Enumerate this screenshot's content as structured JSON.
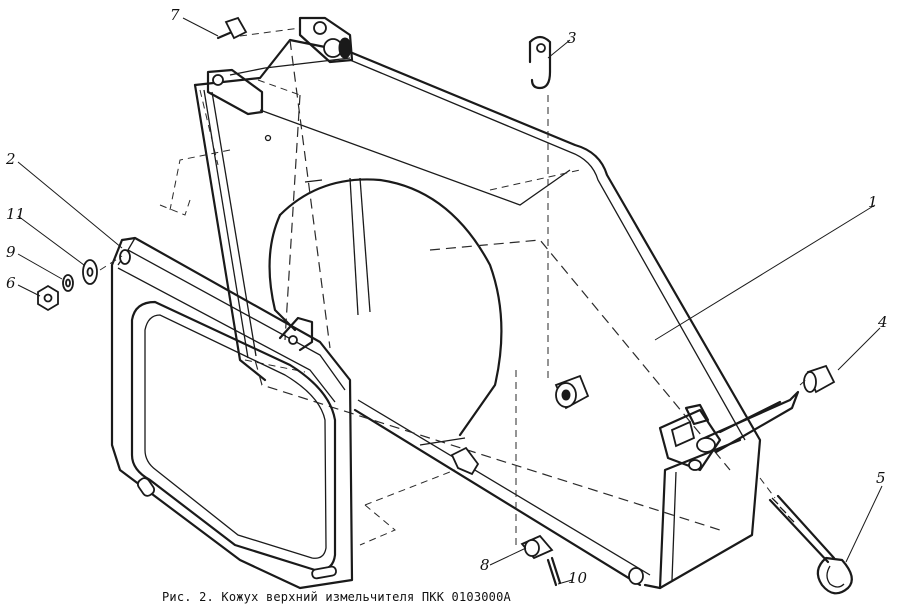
{
  "caption": "Рис. 2. Кожух верхний измельчителя ПКК 0103000А",
  "callouts": {
    "n1": "1",
    "n2": "2",
    "n3": "3",
    "n4": "4",
    "n5": "5",
    "n6": "6",
    "n7": "7",
    "n8": "8",
    "n9": "9",
    "n10": "10",
    "n11": "11"
  }
}
